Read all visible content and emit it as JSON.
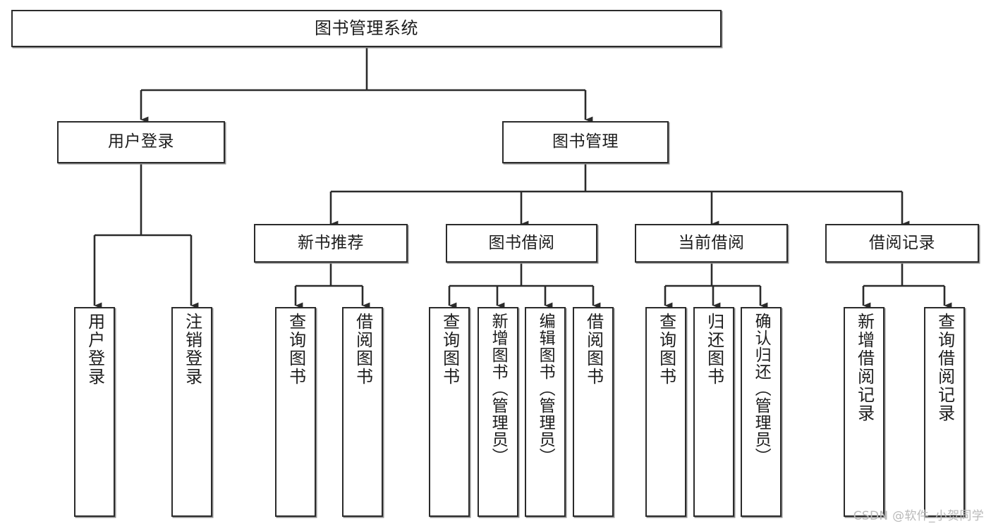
{
  "diagram": {
    "title": "图书管理系统",
    "type": "tree-hierarchy",
    "root": {
      "id": "root",
      "label": "图书管理系统"
    },
    "level2": [
      {
        "id": "user-login",
        "label": "用户登录"
      },
      {
        "id": "book-manage",
        "label": "图书管理"
      }
    ],
    "level3": [
      {
        "id": "new-book-recommend",
        "label": "新书推荐",
        "parent": "book-manage"
      },
      {
        "id": "book-borrow",
        "label": "图书借阅",
        "parent": "book-manage"
      },
      {
        "id": "current-borrow",
        "label": "当前借阅",
        "parent": "book-manage"
      },
      {
        "id": "borrow-record",
        "label": "借阅记录",
        "parent": "book-manage"
      }
    ],
    "leaves": [
      {
        "id": "leaf-user-login",
        "label": "用户登录",
        "parent": "user-login"
      },
      {
        "id": "leaf-logout-login",
        "label": "注销登录",
        "parent": "user-login"
      },
      {
        "id": "leaf-query-book-1",
        "label": "查询图书",
        "parent": "new-book-recommend"
      },
      {
        "id": "leaf-borrow-book-1",
        "label": "借阅图书",
        "parent": "new-book-recommend"
      },
      {
        "id": "leaf-query-book-2",
        "label": "查询图书",
        "parent": "book-borrow"
      },
      {
        "id": "leaf-add-book",
        "label": "新增图书（管理员）",
        "parent": "book-borrow"
      },
      {
        "id": "leaf-edit-book",
        "label": "编辑图书（管理员）",
        "parent": "book-borrow"
      },
      {
        "id": "leaf-borrow-book-2",
        "label": "借阅图书",
        "parent": "book-borrow"
      },
      {
        "id": "leaf-query-book-3",
        "label": "查询图书",
        "parent": "current-borrow"
      },
      {
        "id": "leaf-return-book",
        "label": "归还图书",
        "parent": "current-borrow"
      },
      {
        "id": "leaf-confirm-return",
        "label": "确认归还（管理员）",
        "parent": "current-borrow"
      },
      {
        "id": "leaf-add-record",
        "label": "新增借阅记录",
        "parent": "borrow-record"
      },
      {
        "id": "leaf-query-record",
        "label": "查询借阅记录",
        "parent": "borrow-record"
      }
    ]
  },
  "watermark": {
    "text": "CSDN @软件_小贺同学"
  },
  "colors": {
    "background": "#ffffff",
    "box_border": "#2b2b2b",
    "box_fill": "#ffffff",
    "connector": "#2b2b2b",
    "text": "#1d1d1d",
    "watermark": "#b9b9b9"
  }
}
